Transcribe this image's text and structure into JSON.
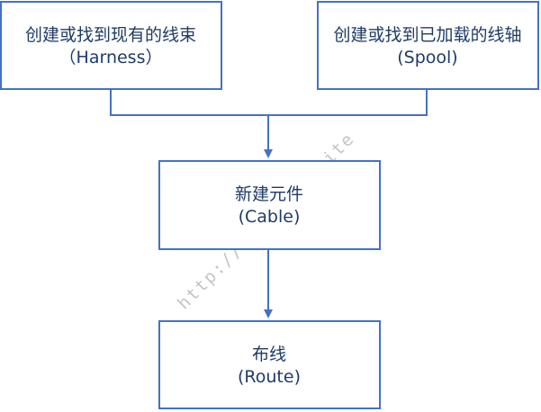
{
  "nodes": {
    "harness": {
      "line1": "创建或找到现有的线束",
      "line2": "（Harness）"
    },
    "spool": {
      "line1": "创建或找到已加载的线轴",
      "line2": "(Spool)"
    },
    "cable": {
      "line1": "新建元件",
      "line2": "(Cable)"
    },
    "route": {
      "line1": "布线",
      "line2": "(Route)"
    }
  },
  "watermark": "http://www.cadi.site",
  "colors": {
    "box_border": "#4472c4",
    "connector": "#4472c4",
    "text": "#1f3b66",
    "watermark": "#c4c4c4"
  }
}
